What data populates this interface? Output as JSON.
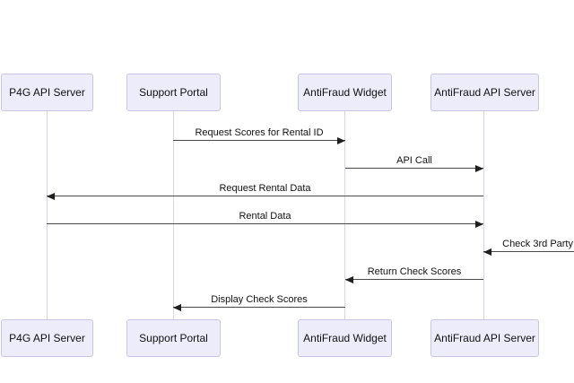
{
  "diagram": {
    "type": "sequence-diagram",
    "background_color": "#ffffff",
    "actor_fill_color": "#ececfb",
    "actor_border_color": "#c9c6e3",
    "lifeline_color": "#d8d4ee",
    "arrow_color": "#4a4a4a",
    "arrowhead_color": "#1f1f1f"
  },
  "actors": [
    {
      "label": "P4G API Server"
    },
    {
      "label": "Support Portal"
    },
    {
      "label": "AntiFraud Widget"
    },
    {
      "label": "AntiFraud API Server"
    }
  ],
  "messages": [
    {
      "label": "Request Scores for Rental ID",
      "from": "Support Portal",
      "to": "AntiFraud Widget",
      "direction": "right"
    },
    {
      "label": "API Call",
      "from": "AntiFraud Widget",
      "to": "AntiFraud API Server",
      "direction": "right"
    },
    {
      "label": "Request Rental Data",
      "from": "AntiFraud API Server",
      "to": "P4G API Server",
      "direction": "left"
    },
    {
      "label": "Rental Data",
      "from": "P4G API Server",
      "to": "AntiFraud API Server",
      "direction": "right"
    },
    {
      "label": "Check 3rd Party",
      "from": "off-screen right edge",
      "to": "AntiFraud API Server",
      "direction": "left",
      "clipped_at_right_edge": true
    },
    {
      "label": "Return Check Scores",
      "from": "AntiFraud API Server",
      "to": "AntiFraud Widget",
      "direction": "left"
    },
    {
      "label": "Display Check Scores",
      "from": "AntiFraud Widget",
      "to": "Support Portal",
      "direction": "left"
    }
  ]
}
